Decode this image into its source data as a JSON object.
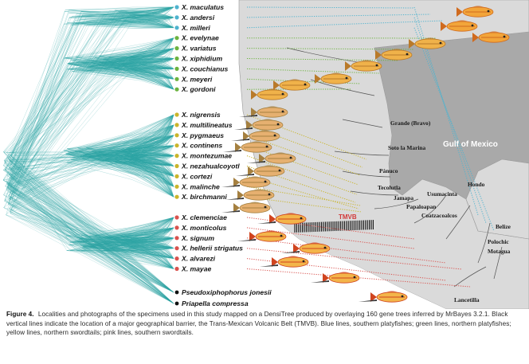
{
  "figure": {
    "taxa": [
      {
        "name": "X. maculatus",
        "group": "southern platyfish",
        "color": "#4fb3cf"
      },
      {
        "name": "X. andersi",
        "group": "southern platyfish",
        "color": "#4fb3cf"
      },
      {
        "name": "X. milleri",
        "group": "southern platyfish",
        "color": "#4fb3cf"
      },
      {
        "name": "X. evelynae",
        "group": "northern platyfish",
        "color": "#6cb33f"
      },
      {
        "name": "X. variatus",
        "group": "northern platyfish",
        "color": "#6cb33f"
      },
      {
        "name": "X. xiphidium",
        "group": "northern platyfish",
        "color": "#6cb33f"
      },
      {
        "name": "X. couchianus",
        "group": "northern platyfish",
        "color": "#6cb33f"
      },
      {
        "name": "X. meyeri",
        "group": "northern platyfish",
        "color": "#6cb33f"
      },
      {
        "name": "X. gordoni",
        "group": "northern platyfish",
        "color": "#6cb33f"
      },
      {
        "name": "X. nigrensis",
        "group": "northern swordtail",
        "color": "#c9b52c"
      },
      {
        "name": "X. multilineatus",
        "group": "northern swordtail",
        "color": "#c9b52c"
      },
      {
        "name": "X. pygmaeus",
        "group": "northern swordtail",
        "color": "#c9b52c"
      },
      {
        "name": "X. continens",
        "group": "northern swordtail",
        "color": "#c9b52c"
      },
      {
        "name": "X. montezumae",
        "group": "northern swordtail",
        "color": "#c9b52c"
      },
      {
        "name": "X. nezahualcoyotl",
        "group": "northern swordtail",
        "color": "#c9b52c"
      },
      {
        "name": "X. cortezi",
        "group": "northern swordtail",
        "color": "#c9b52c"
      },
      {
        "name": "X. malinche",
        "group": "northern swordtail",
        "color": "#c9b52c"
      },
      {
        "name": "X. birchmanni",
        "group": "northern swordtail",
        "color": "#c9b52c"
      },
      {
        "name": "X. clemenciae",
        "group": "southern swordtail",
        "color": "#d9534f"
      },
      {
        "name": "X. monticolus",
        "group": "southern swordtail",
        "color": "#d9534f"
      },
      {
        "name": "X. signum",
        "group": "southern swordtail",
        "color": "#d9534f"
      },
      {
        "name": "X. hellerii strigatus",
        "group": "southern swordtail",
        "color": "#d9534f"
      },
      {
        "name": "X. alvarezi",
        "group": "southern swordtail",
        "color": "#d9534f"
      },
      {
        "name": "X. mayae",
        "group": "southern swordtail",
        "color": "#d9534f"
      }
    ],
    "outgroups": [
      {
        "name": "Pseudoxiphophorus jonesii",
        "color": "#111111"
      },
      {
        "name": "Priapella compressa",
        "color": "#111111"
      }
    ],
    "map_labels": {
      "grande": "Grande (Bravo)",
      "soto": "Soto la Marina",
      "gulf": "Gulf of Mexico",
      "panuco": "Pánuco",
      "tecolutla": "Tecolutla",
      "jamapa": "Jamapa",
      "papaloapan": "Papaloapan",
      "usumacinta": "Usumacinta",
      "coatzacoalcos": "Coatzacoalcos",
      "hondo": "Hondo",
      "belize": "Belize",
      "polochic": "Polochic",
      "motagua": "Motagua",
      "lancetilla": "Lancetilla",
      "tmvb": "TMVB"
    },
    "colors": {
      "tree": "#2aa3a3",
      "map_land": "#d9d9d9",
      "map_sea": "#a7a7a7",
      "barrier": "#111111"
    }
  },
  "caption": {
    "label": "Figure 4.",
    "text": "Localities and photographs of the specimens used in this study mapped on a DensiTree produced by overlaying 160 gene trees inferred by MrBayes 3.2.1. Black vertical lines indicate the location of a major geographical barrier, the Trans-Mexican Volcanic Belt (TMVB). Blue lines, southern platyfishes; green lines, northern platyfishes; yellow lines, northern swordtails; pink lines, southern swordtails."
  }
}
